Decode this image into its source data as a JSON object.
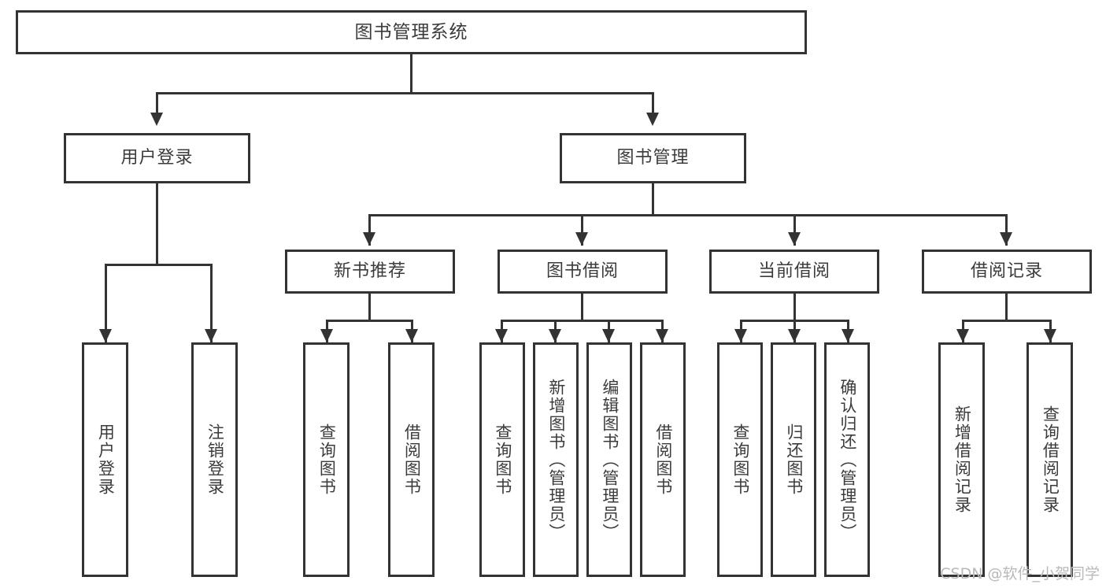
{
  "diagram": {
    "type": "tree",
    "title": "图书管理系统",
    "root": {
      "label": "图书管理系统"
    },
    "level2": [
      {
        "label": "用户登录"
      },
      {
        "label": "图书管理"
      }
    ],
    "level3": [
      {
        "label": "新书推荐"
      },
      {
        "label": "图书借阅"
      },
      {
        "label": "当前借阅"
      },
      {
        "label": "借阅记录"
      }
    ],
    "leaves": {
      "user_login": [
        {
          "label": "用户登录"
        },
        {
          "label": "注销登录"
        }
      ],
      "new_book_recommend": [
        {
          "label": "查询图书"
        },
        {
          "label": "借阅图书"
        }
      ],
      "book_borrow": [
        {
          "label": "查询图书"
        },
        {
          "label": "新增图书（管理员）"
        },
        {
          "label": "编辑图书（管理员）"
        },
        {
          "label": "借阅图书"
        }
      ],
      "current_borrow": [
        {
          "label": "查询图书"
        },
        {
          "label": "归还图书"
        },
        {
          "label": "确认归还（管理员）"
        }
      ],
      "borrow_record": [
        {
          "label": "新增借阅记录"
        },
        {
          "label": "查询借阅记录"
        }
      ]
    }
  },
  "watermark": {
    "text": "CSDN @软件_小贺同学"
  },
  "colors": {
    "border": "#333333",
    "text": "#3b3b3b",
    "background": "#ffffff",
    "watermark": "#b9b9b9"
  }
}
